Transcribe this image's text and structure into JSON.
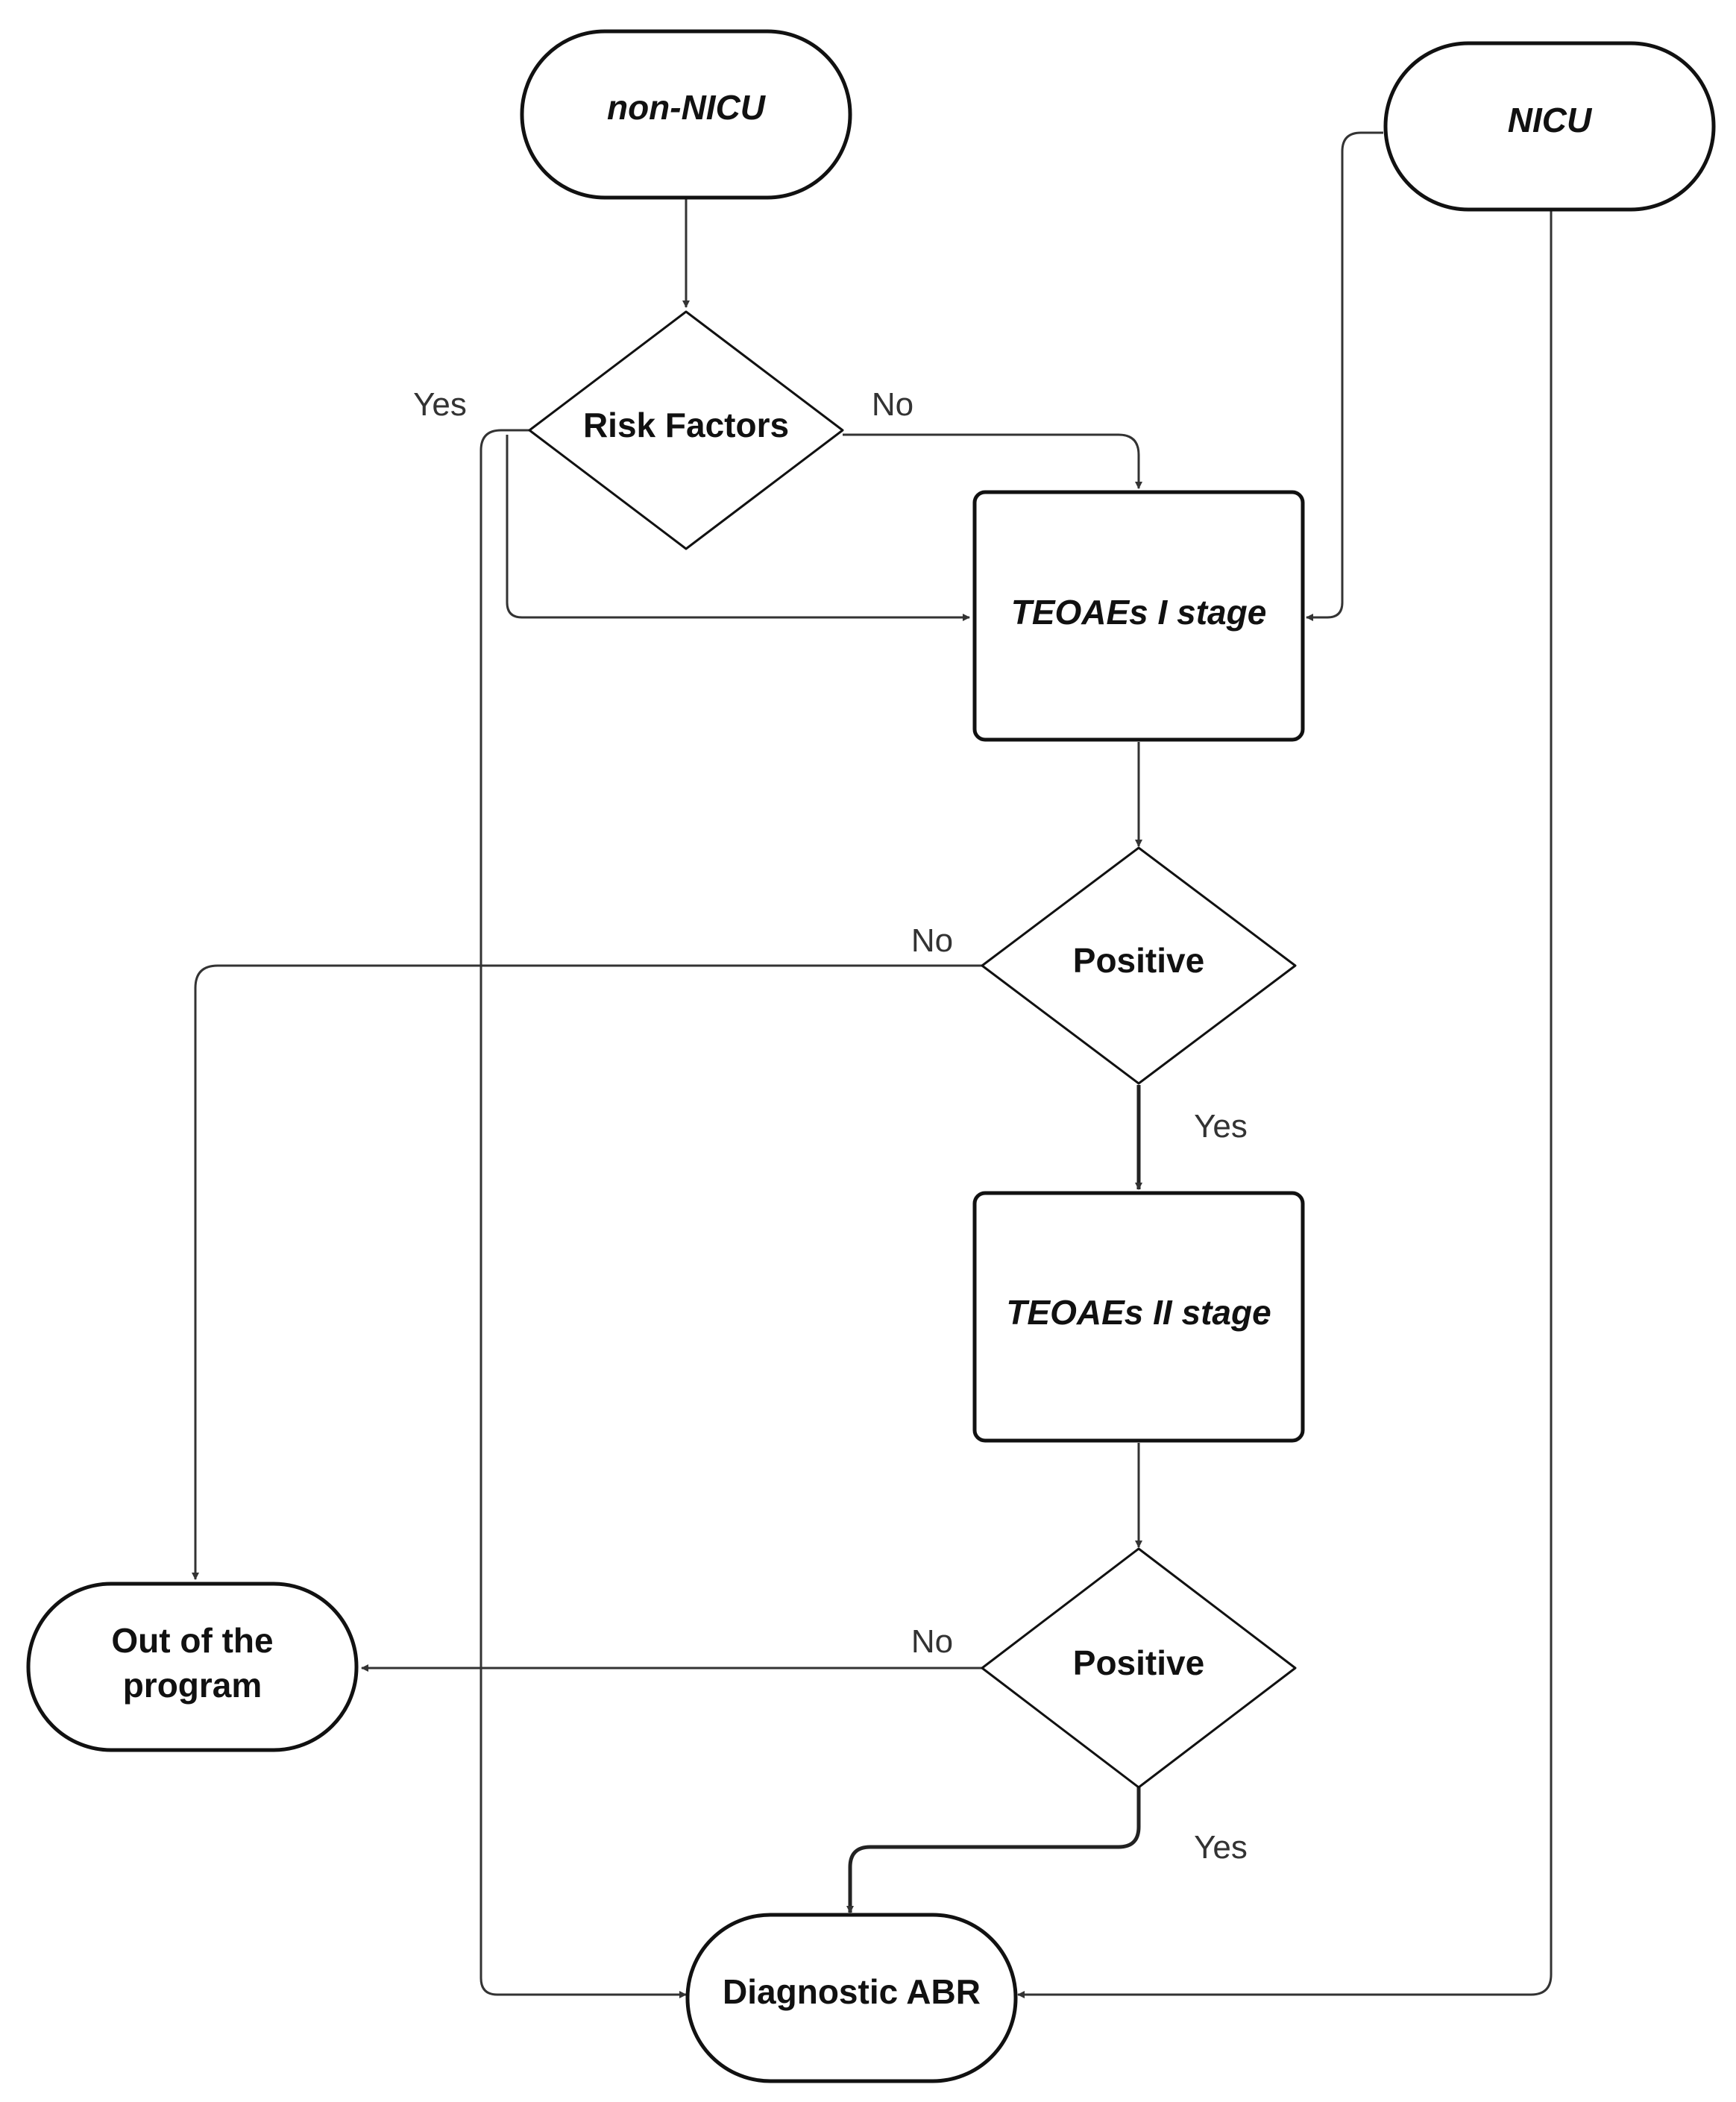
{
  "nodes": {
    "non_nicu": "non-NICU",
    "nicu": "NICU",
    "risk_factors": "Risk Factors",
    "teoaes_1": "TEOAEs I stage",
    "positive_1": "Positive",
    "teoaes_2": "TEOAEs II stage",
    "positive_2": "Positive",
    "out_line1": "Out of the",
    "out_line2": "program",
    "abr": "Diagnostic ABR"
  },
  "edge_labels": {
    "risk_yes": "Yes",
    "risk_no": "No",
    "pos1_no": "No",
    "pos1_yes": "Yes",
    "pos2_no": "No",
    "pos2_yes": "Yes"
  }
}
